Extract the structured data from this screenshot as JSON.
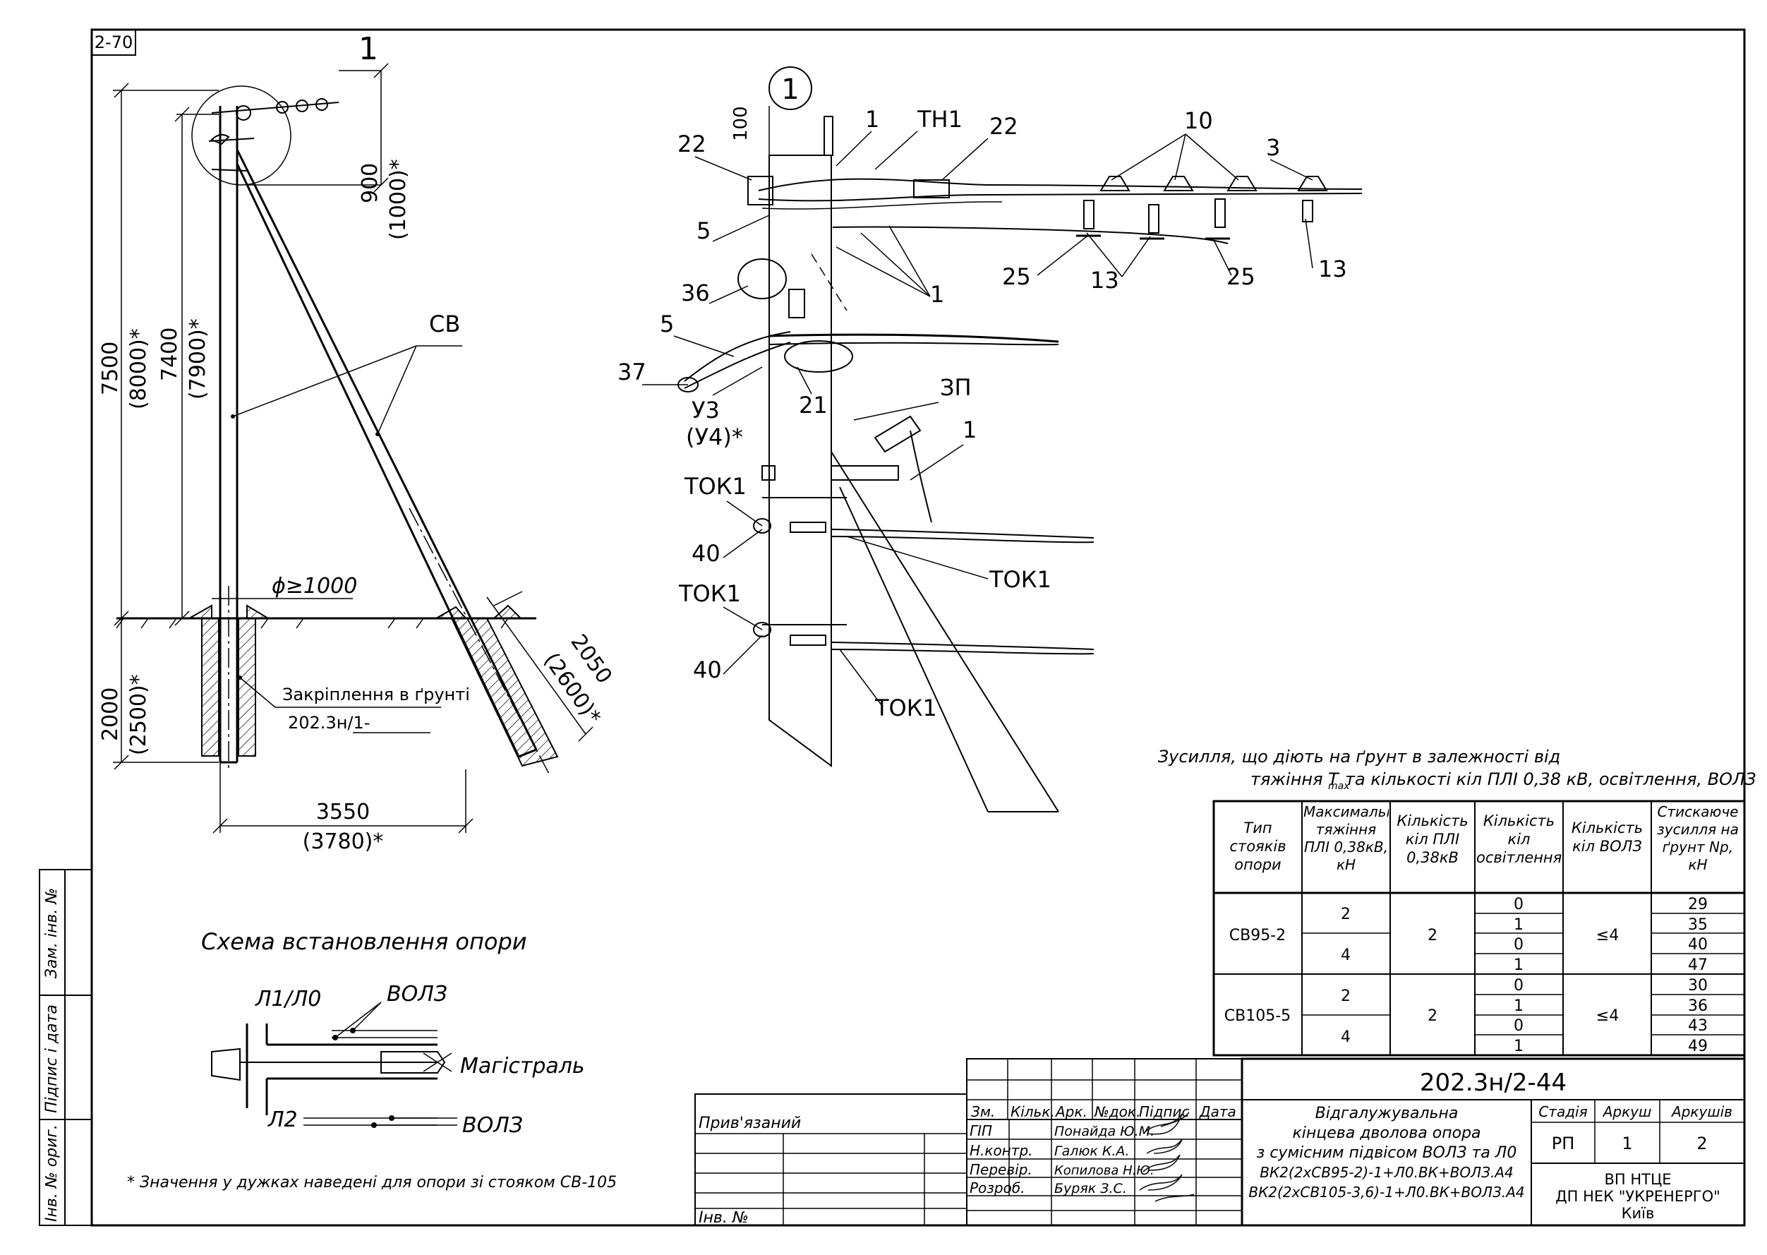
{
  "sheet": {
    "corner_code": "2-70",
    "section_mark": "1",
    "drawing_number": "202.3н/2-44"
  },
  "left_view": {
    "dim_900": "900",
    "dim_1000": "(1000)*",
    "dim_7500": "7500",
    "dim_8000": "(8000)*",
    "dim_7400": "7400",
    "dim_7900": "(7900)*",
    "label_cb": "СВ",
    "diameter": "ϕ≥1000",
    "dim_2000": "2000",
    "dim_2500": "(2500)*",
    "dim_2050": "2050",
    "dim_2600": "(2600)*",
    "ground_fix_label": "Закріплення в ґрунті",
    "ground_fix_ref": "202.3н/1-",
    "dim_3550": "3550",
    "dim_3780": "(3780)*"
  },
  "detail_view": {
    "circle_mark": "1",
    "dim_100": "100",
    "callouts": {
      "c1a": "1",
      "tn1": "ТН1",
      "c22a": "22",
      "c22b": "22",
      "c10": "10",
      "c3": "3",
      "c5a": "5",
      "c36": "36",
      "c5b": "5",
      "c37": "37",
      "c1b": "1",
      "c25a": "25",
      "c13a": "13",
      "c25b": "25",
      "c13b": "13",
      "c21": "21",
      "u3": "У3",
      "u4": "(У4)*",
      "zp": "ЗП",
      "c1c": "1",
      "tok1a": "ТОК1",
      "c40a": "40",
      "tok1b": "ТОК1",
      "tok1c": "ТОК1",
      "c40b": "40",
      "tok1d": "ТОК1"
    }
  },
  "scheme": {
    "title": "Схема встановлення опори",
    "l1l0": "Л1/Л0",
    "vols_top": "ВОЛЗ",
    "main_line": "Магістраль",
    "l2": "Л2",
    "vols_bottom": "ВОЛЗ"
  },
  "footnote": "* Значення у дужках наведені для опори зі стояком СВ-105",
  "forces_table": {
    "caption_line1": "Зусилля, що діють на ґрунт в залежності від",
    "caption_line2": "тяжіння T",
    "caption_sub": "max",
    "caption_line2_rest": " та кількості кіл ПЛІ 0,38 кВ, освітлення, ВОЛЗ",
    "headers": [
      "Тип стояків опори",
      "Максимальне тяжіння ПЛІ 0,38кВ, кН",
      "Кількість кіл ПЛІ 0,38кВ",
      "Кількість кіл освітлення",
      "Кількість кіл ВОЛЗ",
      "Стискаюче зусилля на ґрунт Np, кН"
    ],
    "groups": [
      {
        "type": "СВ95-2",
        "circuits": "2",
        "vols": "≤4",
        "tension": [
          "2",
          "4"
        ],
        "lighting": [
          "0",
          "1",
          "0",
          "1"
        ],
        "force": [
          "29",
          "35",
          "40",
          "47"
        ]
      },
      {
        "type": "СВ105-5",
        "circuits": "2",
        "vols": "≤4",
        "tension": [
          "2",
          "4"
        ],
        "lighting": [
          "0",
          "1",
          "0",
          "1"
        ],
        "force": [
          "30",
          "36",
          "43",
          "49"
        ]
      }
    ]
  },
  "title_block": {
    "attached": "Прив'язаний",
    "inv_no": "Інв. №",
    "cols": [
      "Зм.",
      "Кільк.",
      "Арк.",
      "№док.",
      "Підпис",
      "Дата"
    ],
    "roles": [
      {
        "role": "ГІП",
        "name": "Понайда Ю.М."
      },
      {
        "role": "Н.контр.",
        "name": "Галюк К.А."
      },
      {
        "role": "Перевір.",
        "name": "Копилова Н.Ю."
      },
      {
        "role": "Розроб.",
        "name": "Буряк З.С."
      }
    ],
    "description": [
      "Відгалужувальна",
      "кінцева дволова опора",
      "з сумісним підвісом ВОЛЗ та Л0",
      "ВК2(2хСВ95-2)-1+Л0.ВК+ВОЛЗ.А4",
      "ВК2(2хСВ105-3,6)-1+Л0.ВК+ВОЛЗ.А4"
    ],
    "stage_label": "Стадія",
    "sheet_label": "Аркуш",
    "sheets_label": "Аркушів",
    "stage": "РП",
    "sheet": "1",
    "sheets": "2",
    "org": [
      "ВП НТЦЕ",
      "ДП НЕК \"УКРЕНЕРГО\"",
      "Київ"
    ]
  },
  "side_stamp": {
    "zam_inv": "Зам. інв. №",
    "signature_date": "Підпис і дата",
    "inv_orig": "Інв. № ориг."
  }
}
